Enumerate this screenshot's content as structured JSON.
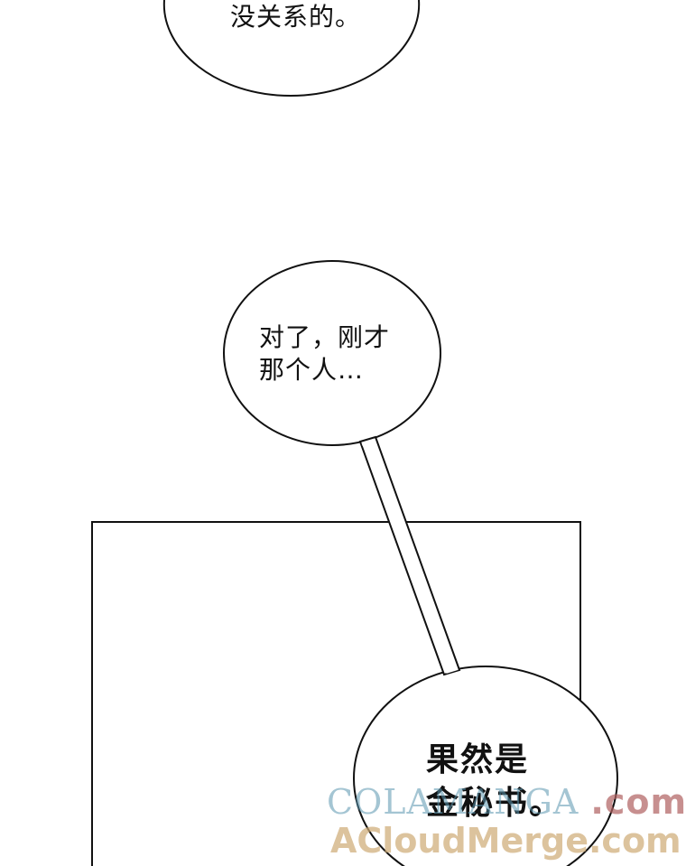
{
  "bubbles": {
    "b1": "没关系的。",
    "b2": "对了，刚才\n那个人…",
    "b3": "果然是\n金秘书。"
  },
  "watermark": {
    "line1_a": "COLAMANGA",
    "line1_b": ".com",
    "line2": "ACloudMerge.com"
  },
  "colors": {
    "ink": "#111111",
    "paper": "#ffffff"
  }
}
